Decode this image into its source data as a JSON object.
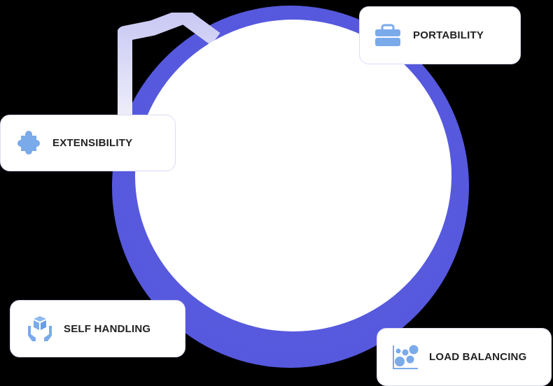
{
  "colors": {
    "ring": "#5558dc",
    "icon": "#7aaaea",
    "card_border": "#dcdcf5",
    "text": "#222222",
    "background": "#000000"
  },
  "features": [
    {
      "label": "PORTABILITY",
      "icon": "toolbox-icon"
    },
    {
      "label": "EXTENSIBILITY",
      "icon": "puzzle-icon"
    },
    {
      "label": "SELF HANDLING",
      "icon": "hands-box-icon"
    },
    {
      "label": "LOAD BALANCING",
      "icon": "scatter-chart-icon"
    }
  ]
}
